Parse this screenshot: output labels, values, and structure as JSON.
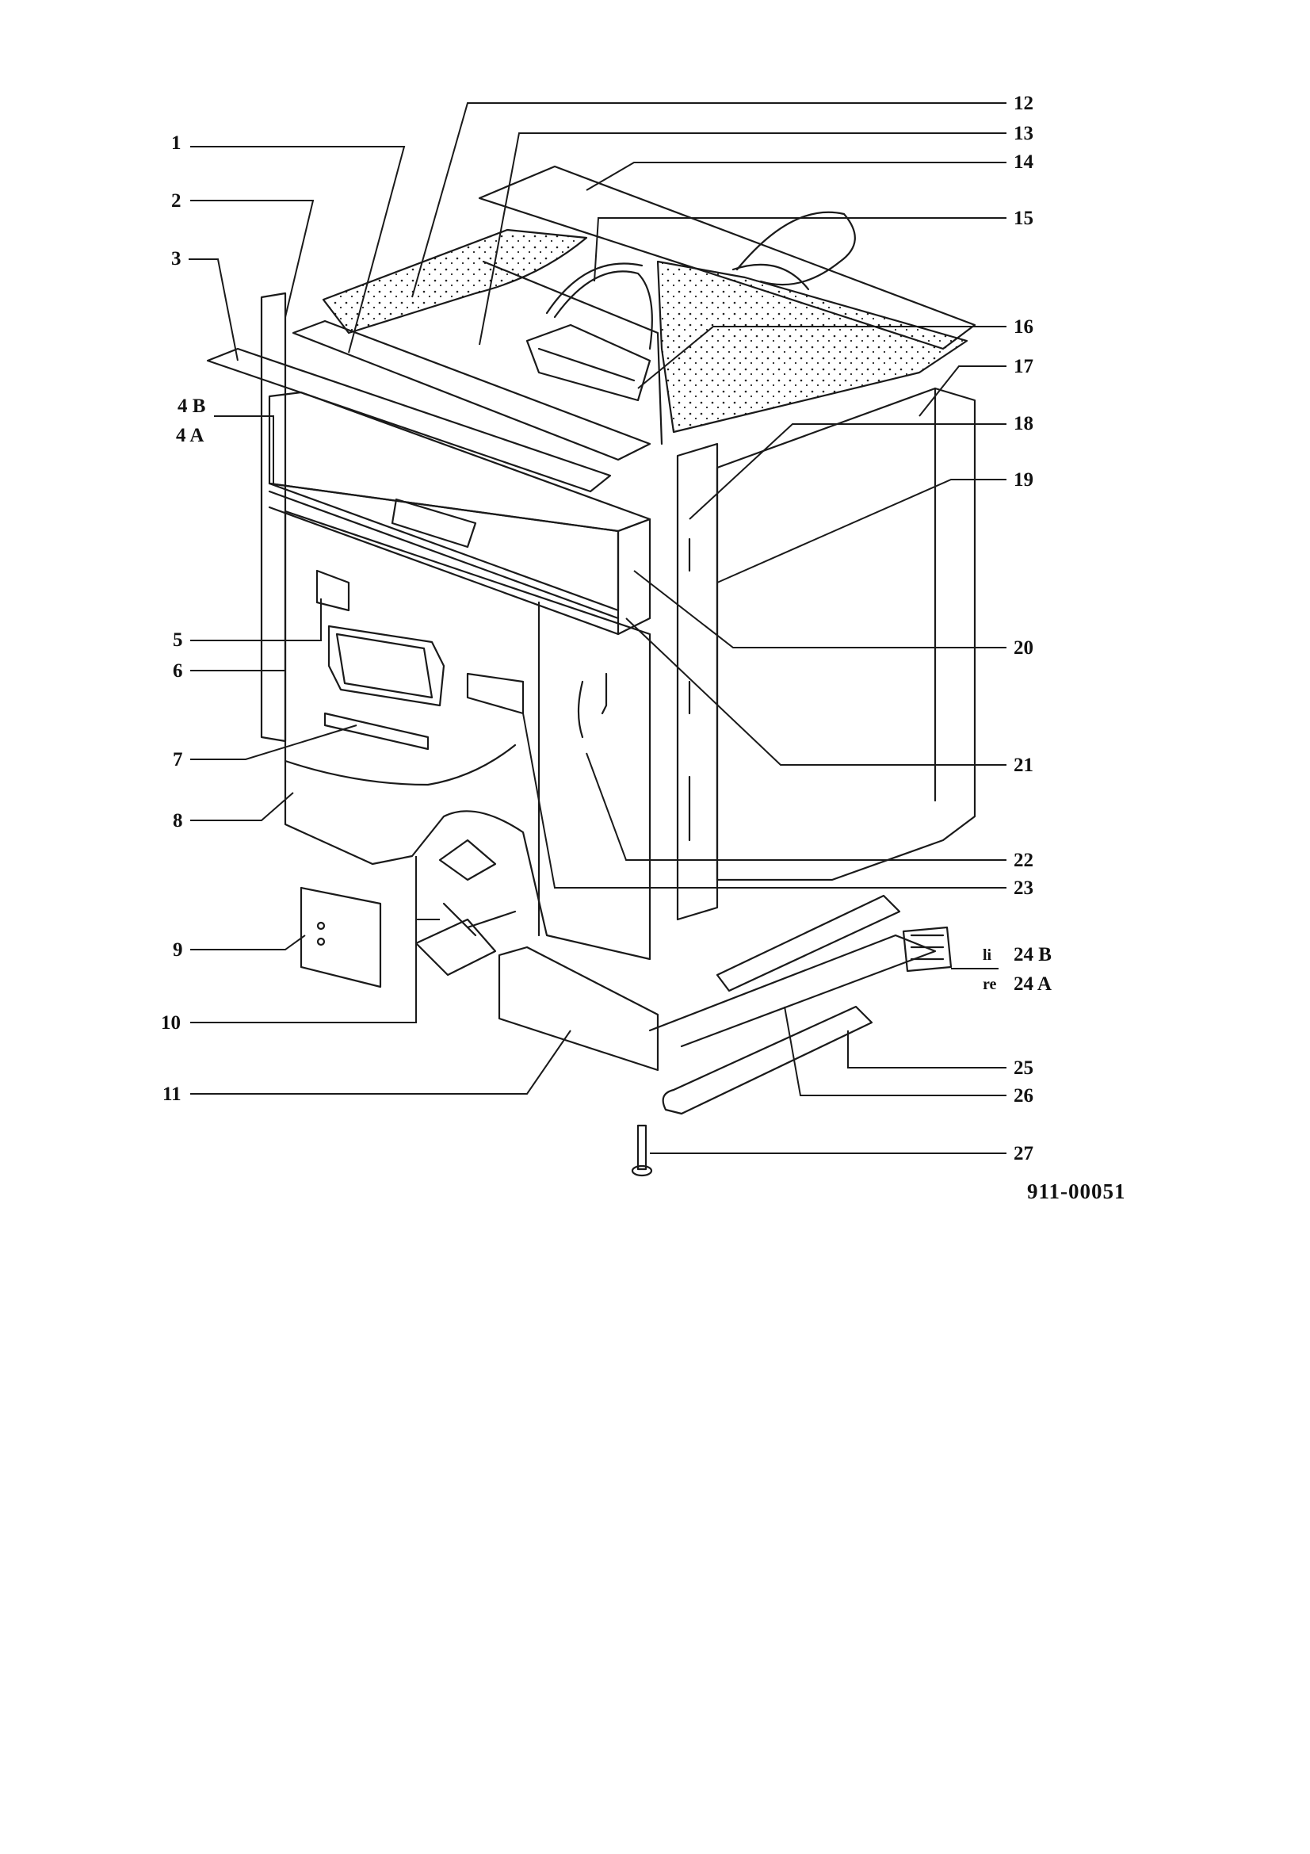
{
  "labels": {
    "l1": "1",
    "l2": "2",
    "l3": "3",
    "l4b": "4 B",
    "l4a": "4 A",
    "l5": "5",
    "l6": "6",
    "l7": "7",
    "l8": "8",
    "l9": "9",
    "l10": "10",
    "l11": "11",
    "l12": "12",
    "l13": "13",
    "l14": "14",
    "l15": "15",
    "l16": "16",
    "l17": "17",
    "l18": "18",
    "l19": "19",
    "l20": "20",
    "l21": "21",
    "l22": "22",
    "l23": "23",
    "l24b": "24 B",
    "l24a": "24 A",
    "l25": "25",
    "l26": "26",
    "l27": "27"
  },
  "side_labels": {
    "li": "li",
    "re": "re"
  },
  "drawing_code": "911-00051",
  "colors": {
    "line": "#1a1a1a",
    "paper": "#ffffff"
  }
}
